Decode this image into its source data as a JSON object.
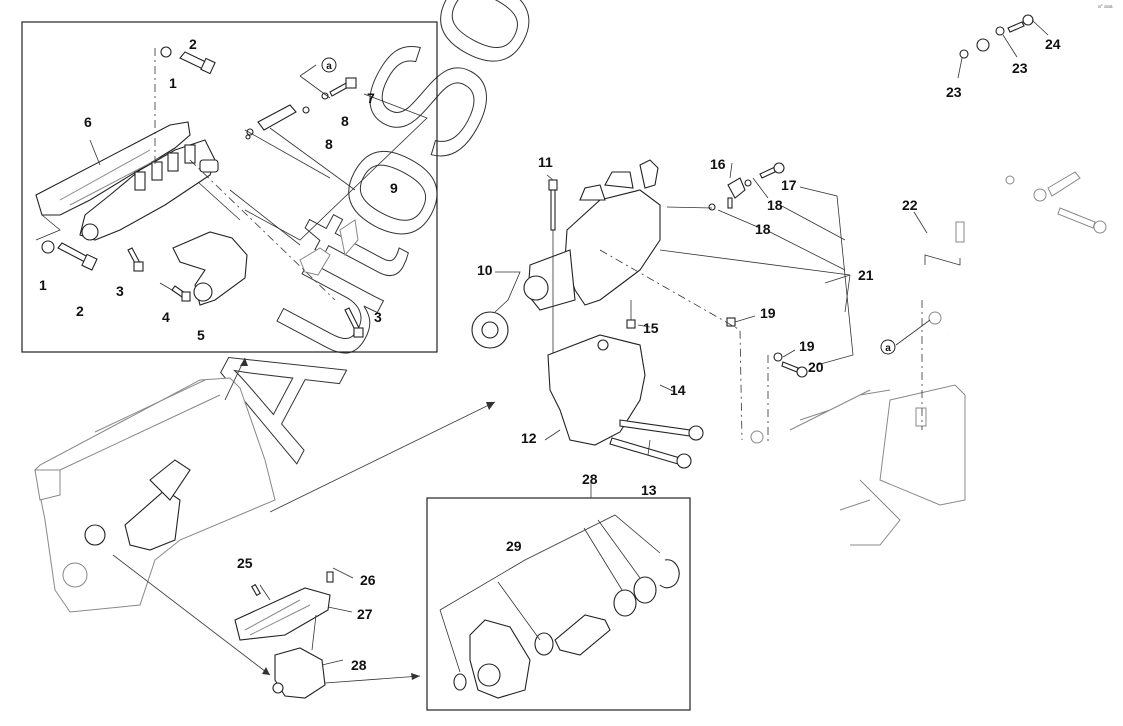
{
  "diagram": {
    "title": "",
    "corner_mark": "a° aaa",
    "watermark": "AutoSoft",
    "reference_marker": "a",
    "callouts": [
      {
        "id": "c1a",
        "text": "1"
      },
      {
        "id": "c2a",
        "text": "2"
      },
      {
        "id": "c1b",
        "text": "1"
      },
      {
        "id": "c2b",
        "text": "2"
      },
      {
        "id": "c3a",
        "text": "3"
      },
      {
        "id": "c3b",
        "text": "3"
      },
      {
        "id": "c4",
        "text": "4"
      },
      {
        "id": "c5",
        "text": "5"
      },
      {
        "id": "c6",
        "text": "6"
      },
      {
        "id": "c7",
        "text": "7"
      },
      {
        "id": "c8a",
        "text": "8"
      },
      {
        "id": "c8b",
        "text": "8"
      },
      {
        "id": "c9",
        "text": "9"
      },
      {
        "id": "c10",
        "text": "10"
      },
      {
        "id": "c11",
        "text": "11"
      },
      {
        "id": "c12",
        "text": "12"
      },
      {
        "id": "c13",
        "text": "13"
      },
      {
        "id": "c14",
        "text": "14"
      },
      {
        "id": "c15",
        "text": "15"
      },
      {
        "id": "c16",
        "text": "16"
      },
      {
        "id": "c17",
        "text": "17"
      },
      {
        "id": "c18a",
        "text": "18"
      },
      {
        "id": "c18b",
        "text": "18"
      },
      {
        "id": "c19a",
        "text": "19"
      },
      {
        "id": "c19b",
        "text": "19"
      },
      {
        "id": "c20",
        "text": "20"
      },
      {
        "id": "c21",
        "text": "21"
      },
      {
        "id": "c22",
        "text": "22"
      },
      {
        "id": "c23a",
        "text": "23"
      },
      {
        "id": "c23b",
        "text": "23"
      },
      {
        "id": "c24",
        "text": "24"
      },
      {
        "id": "c25",
        "text": "25"
      },
      {
        "id": "c26",
        "text": "26"
      },
      {
        "id": "c27",
        "text": "27"
      },
      {
        "id": "c28a",
        "text": "28"
      },
      {
        "id": "c28b",
        "text": "28"
      },
      {
        "id": "c29",
        "text": "29"
      }
    ]
  }
}
